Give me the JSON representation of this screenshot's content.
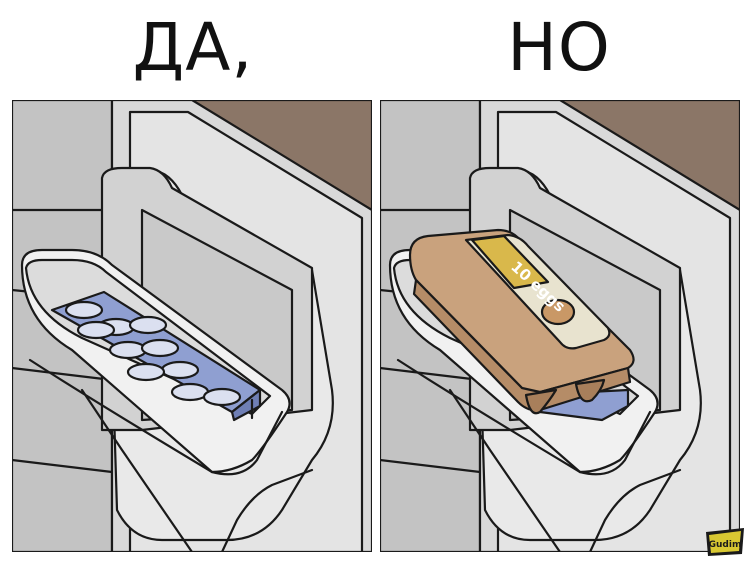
{
  "captions": {
    "left": "ДА,",
    "right": "НО"
  },
  "egg_carton": {
    "label": "10 eggs"
  },
  "signature": {
    "text": "Gudim"
  },
  "colors": {
    "outline": "#1a1a1a",
    "fridge_back": "#b7b7b7",
    "fridge_side": "#d4d4d4",
    "fridge_shelf": "#c7c7c7",
    "door_panel": "#e8e8e8",
    "bin": "#f1f1f1",
    "egg_tray": "#8f9fd1",
    "carton": "#c9a27d",
    "carton_label": "#e8e3cf",
    "carton_stripe": "#d9b84b",
    "wall": "#8b7667"
  },
  "icons": [
    "egg-tray-icon",
    "egg-carton-icon",
    "signature-logo-icon"
  ]
}
